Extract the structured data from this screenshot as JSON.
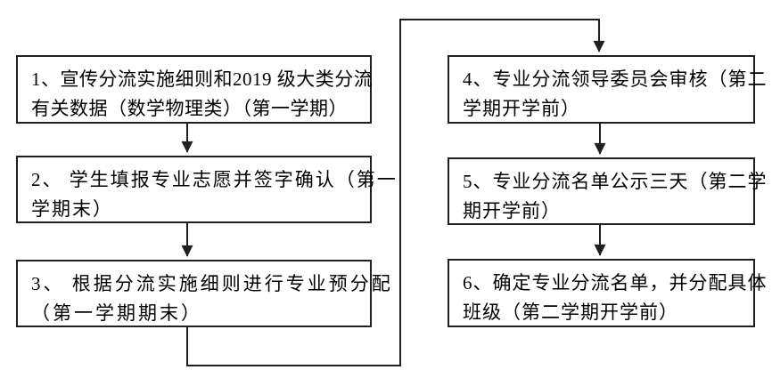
{
  "flowchart": {
    "type": "process-flow",
    "description": "专业分流流程图 (major streaming process flowchart), 6 sequential steps",
    "steps": [
      {
        "id": "1",
        "lines": [
          "1、宣传分流实施细则和2019 级大类分流",
          "有关数据（数学物理类）（第一学期）"
        ],
        "full_text": "1、宣传分流实施细则和2019级大类分流有关数据（数学物理类）（第一学期）"
      },
      {
        "id": "2",
        "lines": [
          "2、 学生填报专业志愿并签字确认（第一",
          "学期末）"
        ],
        "full_text": "2、学生填报专业志愿并签字确认（第一学期末）"
      },
      {
        "id": "3",
        "lines": [
          "3、 根据分流实施细则进行专业预分配",
          "（第一学期期末）"
        ],
        "full_text": "3、根据分流实施细则进行专业预分配（第一学期期末）"
      },
      {
        "id": "4",
        "lines": [
          "4、专业分流领导委员会审核（第二",
          "学期开学前）"
        ],
        "full_text": "4、专业分流领导委员会审核（第二学期开学前）"
      },
      {
        "id": "5",
        "lines": [
          "5、专业分流名单公示三天（第二学",
          "期开学前）"
        ],
        "full_text": "5、专业分流名单公示三天（第二学期开学前）"
      },
      {
        "id": "6",
        "lines": [
          "6、确定专业分流名单，并分配具体",
          "班级（第二学期开学前）"
        ],
        "full_text": "6、确定专业分流名单，并分配具体班级（第二学期开学前）"
      }
    ],
    "connections": [
      {
        "from": "1",
        "to": "2",
        "style": "straight-arrow"
      },
      {
        "from": "2",
        "to": "3",
        "style": "straight-arrow"
      },
      {
        "from": "3",
        "to": "4",
        "style": "routed-arrow-down-right-up-right-down"
      },
      {
        "from": "4",
        "to": "5",
        "style": "straight-arrow"
      },
      {
        "from": "5",
        "to": "6",
        "style": "straight-arrow"
      }
    ],
    "colors": {
      "line": "#1f1f1f",
      "text": "#000000",
      "background": "#ffffff"
    }
  }
}
